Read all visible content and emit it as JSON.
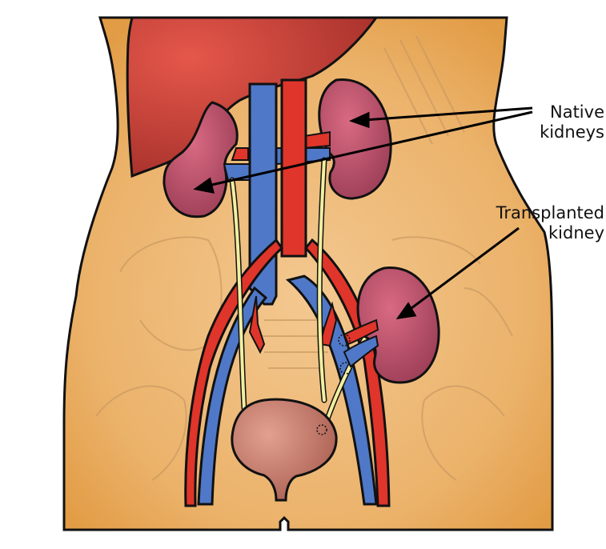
{
  "diagram": {
    "title": "Kidney transplant anatomy",
    "colors": {
      "background": "#ffffff",
      "skin": "#EBB26A",
      "skin_dark": "#E39A3E",
      "outline": "#111111",
      "liver": "#C4453A",
      "kidney": "#B8506A",
      "artery": "#E0352A",
      "vein": "#4F78C8",
      "ureter": "#F2EFA0",
      "bladder": "#C47A6A",
      "pointer": "#000000"
    },
    "labels": {
      "native_kidneys": {
        "line1": "Native",
        "line2": "kidneys"
      },
      "transplanted_kidney": {
        "line1": "Transplanted",
        "line2": "kidney"
      }
    },
    "parts": [
      "torso",
      "liver",
      "native-kidney-left",
      "native-kidney-right",
      "aorta",
      "inferior-vena-cava",
      "ureters",
      "bladder",
      "transplanted-kidney",
      "iliac-arteries",
      "iliac-veins",
      "pelvis-outline"
    ]
  }
}
